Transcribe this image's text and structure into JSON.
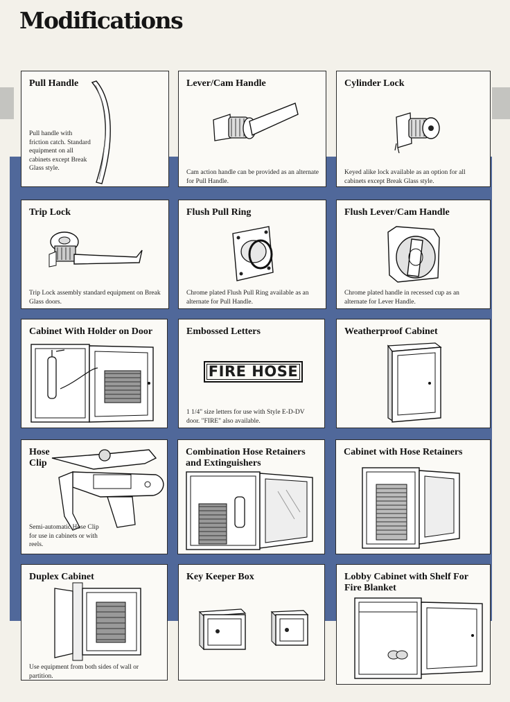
{
  "page": {
    "title": "Modifications"
  },
  "cards": {
    "pull_handle": {
      "title": "Pull Handle",
      "desc": "Pull handle with friction catch. Standard equipment on all cabinets except Break Glass style."
    },
    "lever_cam_handle": {
      "title": "Lever/Cam Handle",
      "desc": "Cam action handle can be provided as an alternate for Pull Handle."
    },
    "cylinder_lock": {
      "title": "Cylinder Lock",
      "desc": "Keyed alike lock available as an option for all cabinets except Break Glass style."
    },
    "trip_lock": {
      "title": "Trip Lock",
      "desc": "Trip Lock assembly standard equipment on Break Glass doors."
    },
    "flush_pull_ring": {
      "title": "Flush Pull Ring",
      "desc": "Chrome plated Flush Pull Ring available as an alternate for Pull Handle."
    },
    "flush_lever_cam_handle": {
      "title": "Flush Lever/Cam Handle",
      "desc": "Chrome plated handle in recessed cup as an alternate for Lever Handle."
    },
    "cabinet_holder_door": {
      "title": "Cabinet With Holder on Door"
    },
    "embossed_letters": {
      "title": "Embossed Letters",
      "sign": "FIRE HOSE",
      "desc": "1 1/4\" size letters for use with Style E-D-DV door. \"FIRE\" also available."
    },
    "weatherproof_cabinet": {
      "title": "Weatherproof Cabinet"
    },
    "hose_clip": {
      "title": "Hose Clip",
      "desc": "Semi-automatic Hose Clip for use in cabinets or with reels."
    },
    "combination_hose": {
      "title": "Combination Hose Retainers and Extinguishers"
    },
    "cabinet_hose_retainers": {
      "title": "Cabinet with Hose Retainers"
    },
    "duplex_cabinet": {
      "title": "Duplex Cabinet",
      "desc": "Use equipment from both sides of wall or partition."
    },
    "key_keeper_box": {
      "title": "Key Keeper Box"
    },
    "lobby_cabinet": {
      "title": "Lobby Cabinet with Shelf For Fire Blanket"
    }
  }
}
